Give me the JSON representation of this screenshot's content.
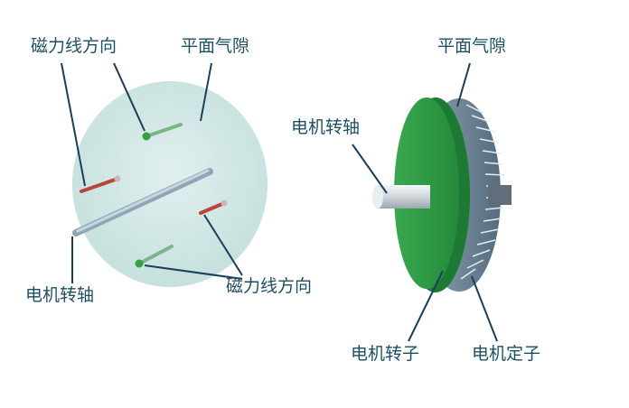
{
  "colors": {
    "label_text": "#1f4f63",
    "leader_line": "#1b3f5a",
    "disc_fill": "#cfe7e4",
    "rotor_green": "#2e9b45",
    "stator_gray": "#6d8496",
    "shaft_gray": "#d8dee2",
    "field_red": "#b8463a",
    "field_green": "#3fa34d"
  },
  "left_diagram": {
    "labels": {
      "magnetic_direction_top": "磁力线方向",
      "planar_air_gap": "平面气隙",
      "motor_shaft": "电机转轴",
      "magnetic_direction_bottom": "磁力线方向"
    }
  },
  "right_diagram": {
    "labels": {
      "planar_air_gap": "平面气隙",
      "motor_shaft": "电机转轴",
      "motor_rotor": "电机转子",
      "motor_stator": "电机定子"
    }
  }
}
